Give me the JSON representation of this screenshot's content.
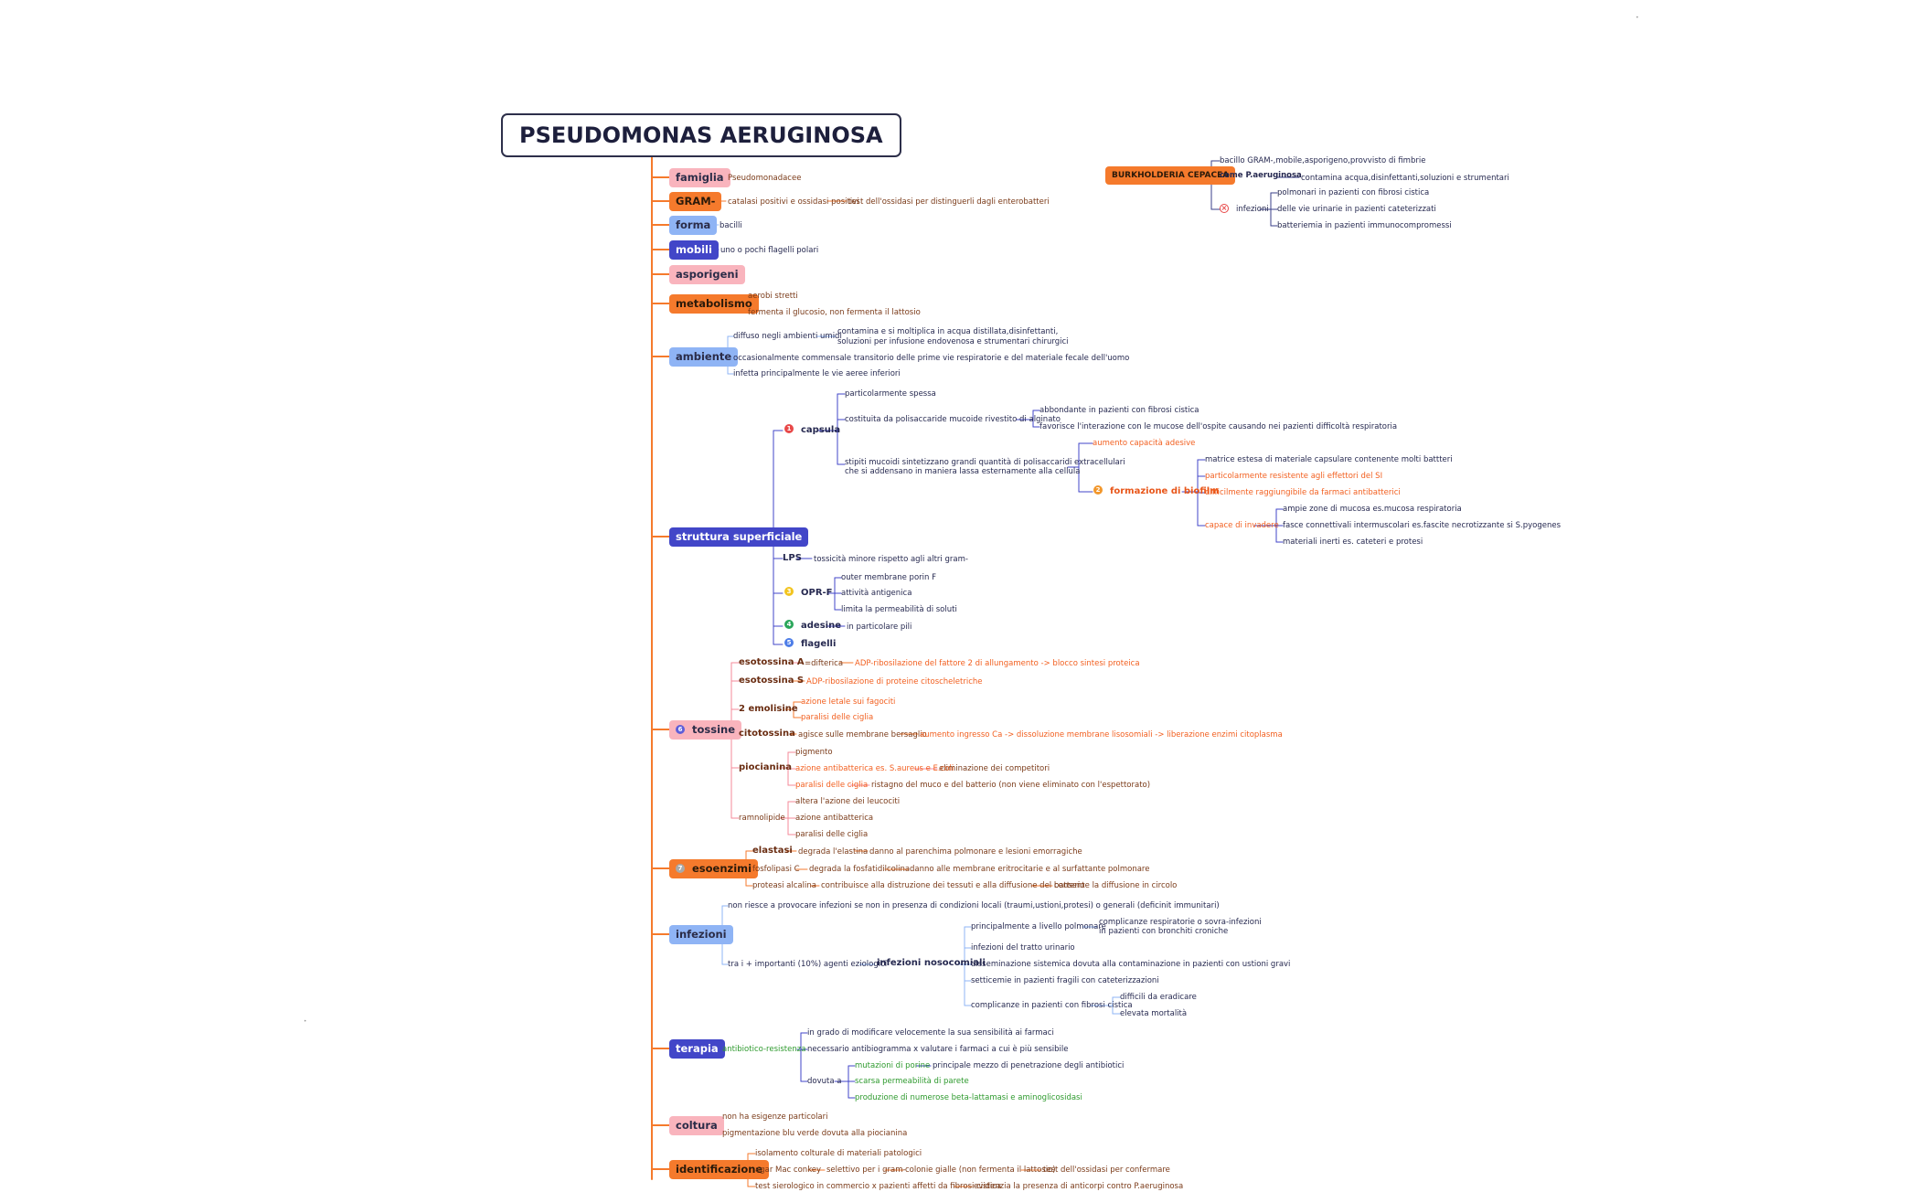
{
  "root": "PSEUDOMONAS AERUGINOSA",
  "categories": {
    "famiglia": "famiglia",
    "gram": "GRAM-",
    "forma": "forma",
    "mobili": "mobili",
    "asporigeni": "asporigeni",
    "metabolismo": "metabolismo",
    "ambiente": "ambiente",
    "struttura": "struttura superficiale",
    "tossine": "tossine",
    "esoenzimi": "esoenzimi",
    "infezioni": "infezioni",
    "terapia": "terapia",
    "coltura": "coltura",
    "identificazione": "identificazione"
  },
  "famiglia": {
    "val": "Pseudomonadacee"
  },
  "gram": {
    "a": "catalasi positivi e ossidasi positivi",
    "b": "test dell'ossidasi per distinguerli dagli enterobatteri"
  },
  "forma": {
    "val": "bacilli"
  },
  "mobili": {
    "val": "uno o pochi flagelli polari"
  },
  "metabolismo": {
    "a": "aerobi stretti",
    "b": "fermenta il glucosio, non fermenta il lattosio"
  },
  "ambiente": {
    "a": "diffuso negli ambienti umidi",
    "a1": "contamina e si moltiplica in acqua distillata,disinfettanti,",
    "a2": "soluzioni per infusione endovenosa e strumentari chirurgici",
    "b": "occasionalmente commensale transitorio delle prime vie respiratorie e del materiale fecale dell'uomo",
    "c": "infetta principalmente le vie aeree inferiori"
  },
  "struttura": {
    "capsula": "capsula",
    "cap_a": "particolarmente spessa",
    "cap_b": "costituita da polisaccaride mucoide rivestito di alginato",
    "cap_b1": "abbondante in pazienti con fibrosi cistica",
    "cap_b2": "favorisce l'interazione con le mucose dell'ospite causando nei pazienti difficoltà respiratoria",
    "cap_c1": "stipiti mucoidi sintetizzano grandi quantità di polisaccaridi extracellulari",
    "cap_c2": "che si addensano in maniera lassa esternamente alla cellula",
    "cap_c_a": "aumento capacità adesive",
    "biofilm": "formazione di biofilm",
    "bf_a": "matrice estesa di materiale capsulare contenente molti battteri",
    "bf_b": "particolarmente resistente agli effettori del SI",
    "bf_c": "difficilmente raggiungibile da farmaci antibatterici",
    "bf_d": "capace di invadere",
    "inv_a": "ampie zone di mucosa es.mucosa respiratoria",
    "inv_b": "fasce connettivali intermuscolari es.fascite necrotizzante si S.pyogenes",
    "inv_c": "materiali inerti es. cateteri e protesi",
    "lps": "LPS",
    "lps_a": "tossicità minore rispetto agli altri gram-",
    "oprf": "OPR-F",
    "opr_a": "outer membrane porin F",
    "opr_b": "attività antigenica",
    "opr_c": "limita la permeabilità di soluti",
    "adesine": "adesine",
    "ades_a": "in particolare pili",
    "flagelli": "flagelli"
  },
  "tossine": {
    "esoA": "esotossina A",
    "esoA_a": "=difterica",
    "esoA_b": "ADP-ribosilazione del fattore 2 di allungamento -> blocco sintesi proteica",
    "esoS": "esotossina S",
    "esoS_a": "ADP-ribosilazione di proteine citoscheletriche",
    "emo": "2 emolisine",
    "emo_a": "azione letale sui fagociti",
    "emo_b": "paralisi delle ciglia",
    "cito": "citotossina",
    "cito_a": "agisce sulle membrane bersaglio",
    "cito_b": "aumento ingresso Ca -> dissoluzione membrane lisosomiali -> liberazione enzimi citoplasma",
    "pio": "piocianina",
    "pio_a": "pigmento",
    "pio_b": "azione antibatterica es. S.aureus e E.coli",
    "pio_b1": "eliminazione dei competitori",
    "pio_c": "paralisi delle ciglia",
    "pio_c1": "ristagno del muco e del batterio (non viene eliminato con l'espettorato)",
    "ramno": "ramnolipide",
    "ram_a": "altera l'azione dei leucociti",
    "ram_b": "azione antibatterica",
    "ram_c": "paralisi delle ciglia"
  },
  "esoenzimi": {
    "ela": "elastasi",
    "ela_a": "degrada l'elastina",
    "ela_b": "danno al parenchima polmonare e lesioni emorragiche",
    "fos": "fosfolipasi C",
    "fos_a": "degrada la fosfatidilcolina",
    "fos_b": "danno alle membrane eritrocitarie e al surfattante polmonare",
    "pro": "proteasi alcalina",
    "pro_a": "contribuisce alla distruzione dei tessuti e alla diffusione del batterio",
    "pro_b": "consente la diffusione in circolo"
  },
  "infezioni": {
    "a": "non riesce a provocare infezioni se non in presenza di condizioni locali (traumi,ustioni,protesi) o generali (deficinit immunitari)",
    "b": "tra i + importanti (10%) agenti eziologici",
    "noso": "infezioni nosocomiali",
    "n1": "principalmente a livello polmonare",
    "n1a": "complicanze respiratorie o sovra-infezioni",
    "n1b": "in pazienti con bronchiti croniche",
    "n2": "infezioni del tratto urinario",
    "n3": "disseminazione sistemica dovuta alla contaminazione in pazienti con ustioni gravi",
    "n4": "setticemie in pazienti fragili con cateterizzazioni",
    "n5": "complicanze in pazienti con fibrosi cistica",
    "n5a": "difficili da eradicare",
    "n5b": "elevata mortalità"
  },
  "terapia": {
    "ar": "antibiotico-resistenza",
    "a": "in grado di modificare velocemente la sua sensibilità ai farmaci",
    "b": "necessario antibiogramma x valutare i farmaci a cui è più sensibile",
    "c": "dovuta a",
    "c1": "mutazioni di porine",
    "c1a": "principale mezzo di penetrazione degli antibiotici",
    "c2": "scarsa permeabilità di parete",
    "c3": "produzione di numerose beta-lattamasi e aminoglicosidasi"
  },
  "coltura": {
    "a": "non ha esigenze particolari",
    "b": "pigmentazione blu verde dovuta alla piocianina"
  },
  "identificazione": {
    "a": "isolamento colturale di materiali patologici",
    "b": "agar Mac conkey",
    "b1": "selettivo per i gram-",
    "b2": "colonie gialle (non fermenta il lattosio)",
    "b3": "test dell'ossidasi per confermare",
    "c": "test sierologico in commercio x pazienti affetti da fibrosi cistica",
    "c1": "evidenzia la presenza di anticorpi contro P.aeruginosa"
  },
  "burkholderia": {
    "title": "BURKHOLDERIA CEPACEA",
    "a": "bacillo GRAM-,mobile,asporigeno,provvisto di fimbrie",
    "b": "come P.aeruginosa",
    "b1": "contamina acqua,disinfettanti,soluzioni e strumentari",
    "c": "infezioni",
    "c1": "polmonari in pazienti con fibrosi cistica",
    "c2": "delle vie urinarie in pazienti cateterizzati",
    "c3": "batteriemia in pazienti immunocompromessi"
  },
  "badges": [
    "1",
    "2",
    "3",
    "4",
    "5",
    "6",
    "7"
  ],
  "colors": {
    "trunk": "#f57a2c",
    "pink": "#f9b4bd",
    "orange": "#f57a2c",
    "blue": "#8fb4f5",
    "indigo": "#4246c8"
  }
}
